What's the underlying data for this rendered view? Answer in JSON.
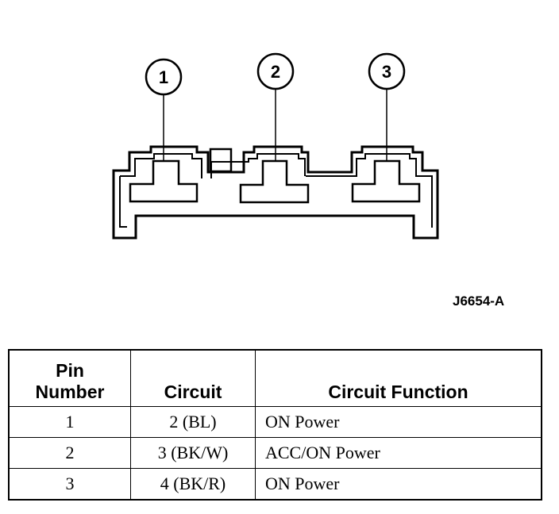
{
  "diagram": {
    "pin_callouts": [
      "1",
      "2",
      "3"
    ],
    "figure_id": "J6654-A"
  },
  "table": {
    "headers": {
      "pin_line1": "Pin",
      "pin_line2": "Number",
      "circuit": "Circuit",
      "function": "Circuit Function"
    },
    "rows": [
      {
        "pin": "1",
        "circuit": "2 (BL)",
        "function": "ON Power"
      },
      {
        "pin": "2",
        "circuit": "3 (BK/W)",
        "function": "ACC/ON Power"
      },
      {
        "pin": "3",
        "circuit": "4 (BK/R)",
        "function": "ON Power"
      }
    ]
  }
}
